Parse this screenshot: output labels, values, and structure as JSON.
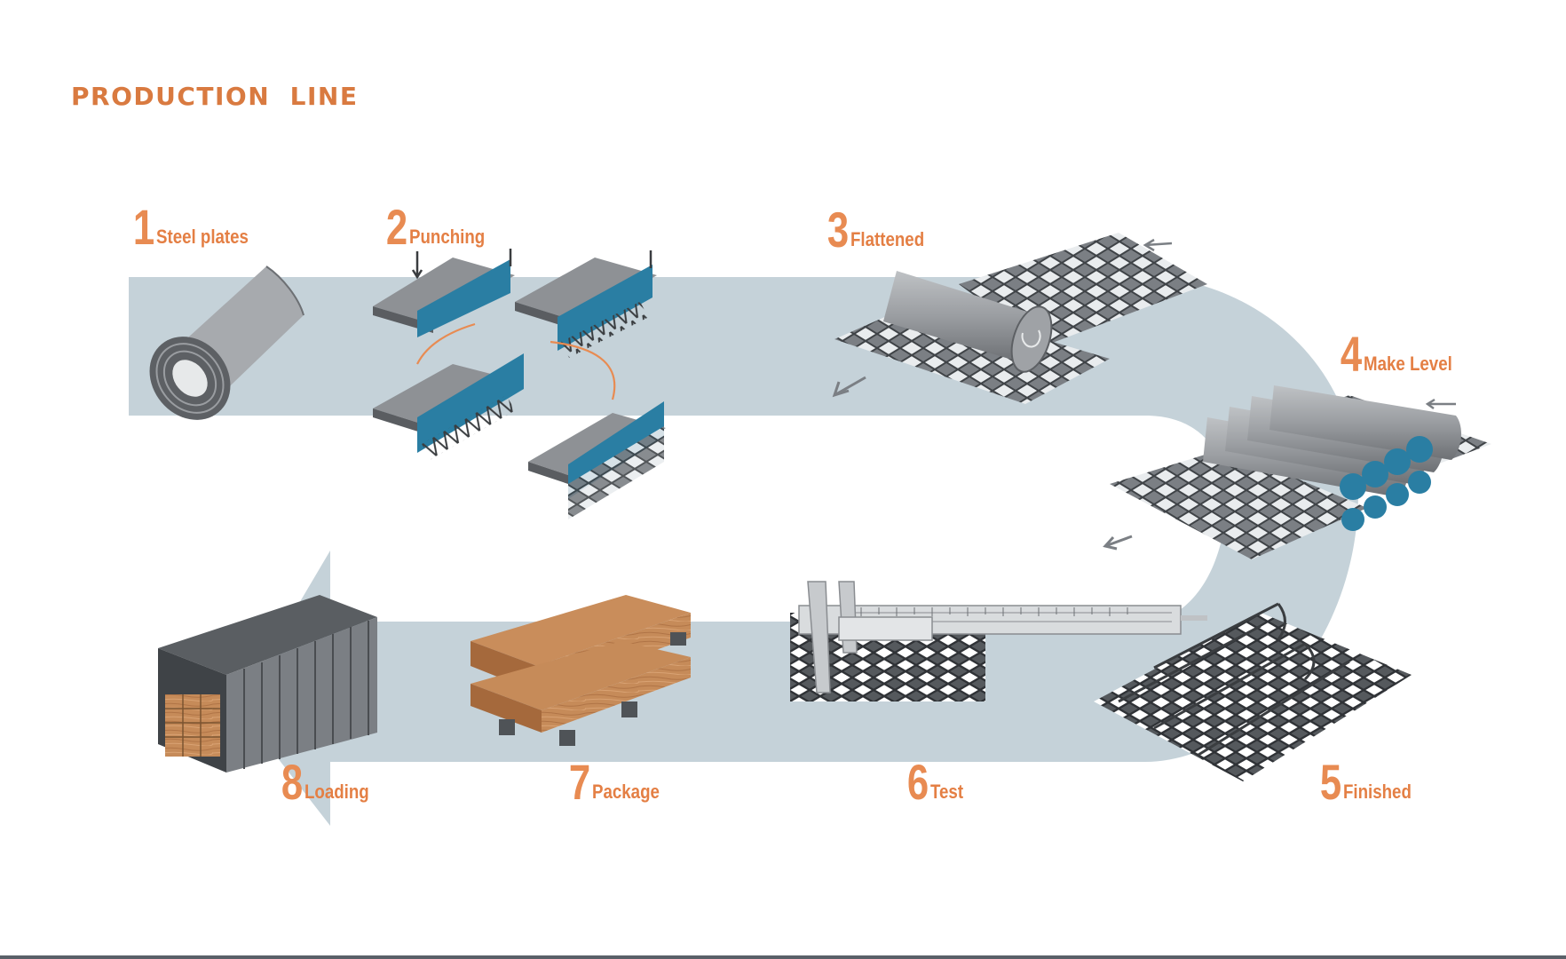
{
  "page": {
    "title": "PRODUCTION  LINE"
  },
  "steps": [
    {
      "number": "1",
      "name": "Steel plates"
    },
    {
      "number": "2",
      "name": "Punching"
    },
    {
      "number": "3",
      "name": "Flattened"
    },
    {
      "number": "4",
      "name": "Make Level"
    },
    {
      "number": "5",
      "name": "Finished"
    },
    {
      "number": "6",
      "name": "Test"
    },
    {
      "number": "7",
      "name": "Package"
    },
    {
      "number": "8",
      "name": "Loading"
    }
  ],
  "colors": {
    "band": "#c5d2d9",
    "accent": "#e8874f",
    "title": "#d97a40",
    "blade": "#2a7ea3",
    "metal": "#8a8d91",
    "wood": "#c98d5b"
  },
  "icons": [
    "steel-coil-icon",
    "punching-machine-icon",
    "flattening-roller-icon",
    "leveling-rollers-icon",
    "expanded-mesh-panel-icon",
    "caliper-test-icon",
    "wooden-pallet-icon",
    "shipping-container-icon"
  ]
}
